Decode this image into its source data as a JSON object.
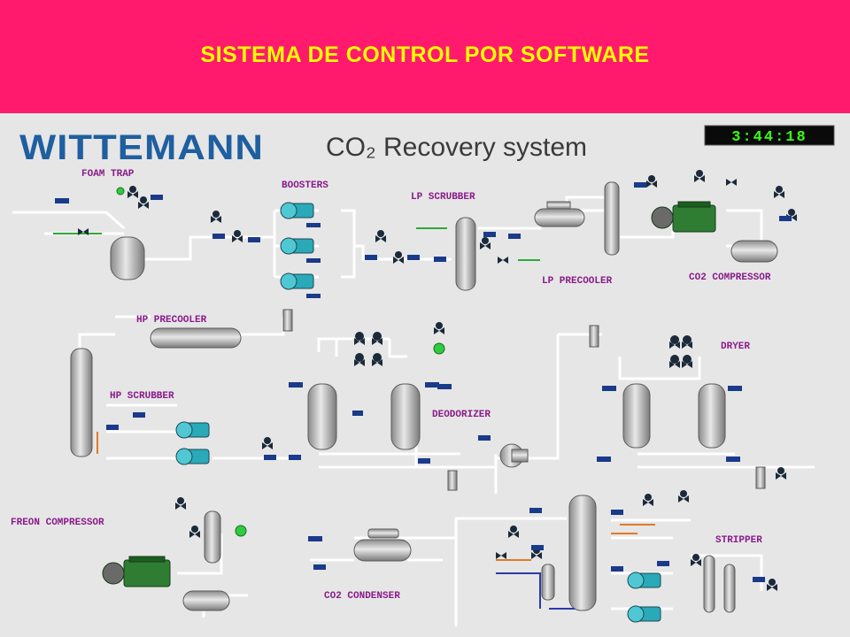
{
  "slide": {
    "title": "SISTEMA DE CONTROL POR SOFTWARE"
  },
  "scada": {
    "brand": "WITTEMANN",
    "system_title": "CO₂ Recovery system",
    "clock": "3:44:18",
    "sections": {
      "foam_trap": "FOAM TRAP",
      "boosters": "BOOSTERS",
      "lp_scrubber": "LP SCRUBBER",
      "lp_precooler": "LP PRECOOLER",
      "co2_compressor": "CO2 COMPRESSOR",
      "hp_precooler": "HP PRECOOLER",
      "hp_scrubber": "HP SCRUBBER",
      "deodorizer": "DEODORIZER",
      "dryer": "DRYER",
      "freon_compressor": "FREON COMPRESSOR",
      "co2_condenser": "CO2 CONDENSER",
      "stripper": "STRIPPER"
    },
    "colors": {
      "banner": "#ff1a6e",
      "banner_text": "#ffff00",
      "panel": "#e6e6e6",
      "pipe": "#ffffff",
      "label": "#8a1a8a",
      "brand": "#1f5fa0",
      "pump": "#2aa9b8",
      "motor": "#2e7d32",
      "valve": "#1a2a3a",
      "clock_text": "#39ff14",
      "tag": "#1a3a8a"
    }
  }
}
